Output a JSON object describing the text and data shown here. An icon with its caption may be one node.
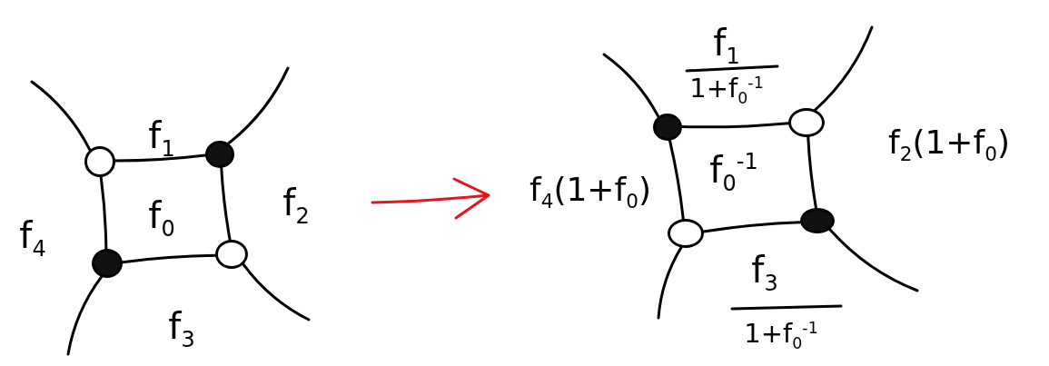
{
  "diagram": {
    "nodes": [
      {
        "text": [],
        "shape": "circle"
      },
      {
        "text": [],
        "shape": "dot"
      },
      {
        "text": [],
        "shape": "circle"
      },
      {
        "text": [],
        "shape": "dot"
      },
      {
        "text": [],
        "shape": "dot"
      },
      {
        "text": [],
        "shape": "circle"
      },
      {
        "text": [],
        "shape": "dot"
      },
      {
        "text": [],
        "shape": "circle"
      }
    ],
    "edges": [
      {
        "from": 0,
        "to": 1,
        "arrow": "none"
      },
      {
        "from": 1,
        "to": 2,
        "arrow": "none"
      },
      {
        "from": 2,
        "to": 3,
        "arrow": "none"
      },
      {
        "from": 3,
        "to": 0,
        "arrow": "none"
      },
      {
        "from": 0,
        "to": null,
        "arrow": "none"
      },
      {
        "from": 1,
        "to": null,
        "arrow": "none"
      },
      {
        "from": 2,
        "to": null,
        "arrow": "none"
      },
      {
        "from": 3,
        "to": null,
        "arrow": "none"
      },
      {
        "from": 4,
        "to": 5,
        "arrow": "none"
      },
      {
        "from": 5,
        "to": 6,
        "arrow": "none"
      },
      {
        "from": 6,
        "to": 7,
        "arrow": "none"
      },
      {
        "from": 7,
        "to": 4,
        "arrow": "none"
      },
      {
        "from": 4,
        "to": null,
        "arrow": "none"
      },
      {
        "from": 5,
        "to": null,
        "arrow": "none"
      },
      {
        "from": 6,
        "to": null,
        "arrow": "none"
      },
      {
        "from": 7,
        "to": null,
        "arrow": "none"
      }
    ],
    "labels": [
      "f$_{1}$",
      "f$_{4}$",
      "f$_{0}$",
      "f$_{2}$",
      "f$_{3}$",
      "f$_{1}$",
      "1+f$_{0}$$^{-1}$",
      "f$_{4}$(1+f$_{0}$)",
      "f$_{0}$$^{-1}$",
      "f$_{2}$(1+f$_{0}$)",
      "f$_{3}$",
      "1+f$_{0}$$^{-1}$"
    ]
  }
}
